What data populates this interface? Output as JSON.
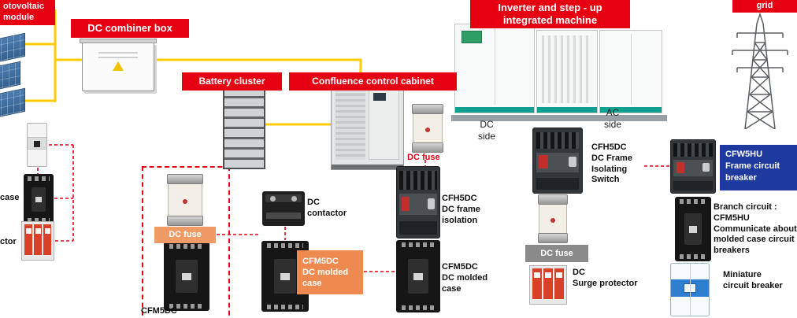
{
  "header_labels": {
    "pv_module": "otovoltaic\nmodule",
    "dc_combiner_box": "DC combiner box",
    "battery_cluster": "Battery cluster",
    "confluence_cabinet": "Confluence control cabinet",
    "inverter": "Inverter and step - up\nintegrated machine",
    "grid": "grid"
  },
  "side_markers": {
    "dc_side": "DC\nside",
    "ac_side": "AC\nside"
  },
  "left_edge": {
    "case_fragment": "case",
    "surge_fragment": "ctor"
  },
  "dashed_group": {
    "dc_fuse_label": "DC fuse",
    "breaker_caption": "CFM5DC"
  },
  "center": {
    "dc_contactor": "DC\ncontactor",
    "cfm5dc_molded_label": "CFM5DC\nDC molded\ncase",
    "dc_fuse_red": "DC fuse",
    "cfh5dc_frame_isolation": "CFH5DC\nDC frame\nisolation",
    "cfm5dc_molded_case": "CFM5DC\nDC molded\ncase"
  },
  "ac_branch": {
    "cfh5dc_isolating_switch": "CFH5DC\nDC Frame\nIsolating\nSwitch",
    "dc_fuse_label": "DC fuse",
    "surge_protector": "DC\nSurge protector"
  },
  "right_branch": {
    "cfw5hu_frame_breaker": "CFW5HU\nFrame circuit\nbreaker",
    "branch_circuit_note": "Branch circuit :\nCFM5HU\nCommunicate about\nmolded case circuit\nbreakers",
    "miniature_breaker": "Miniature\ncircuit breaker"
  },
  "colors": {
    "label_red": "#e60012",
    "label_orange": "#f09a66",
    "label_orange_deep": "#ee8a50",
    "label_gray": "#8a8a8a",
    "label_blue": "#1e3a9e",
    "wire_yellow": "#ffcc00",
    "dash_red": "#e60012",
    "teal_accent": "#0fa08f"
  }
}
